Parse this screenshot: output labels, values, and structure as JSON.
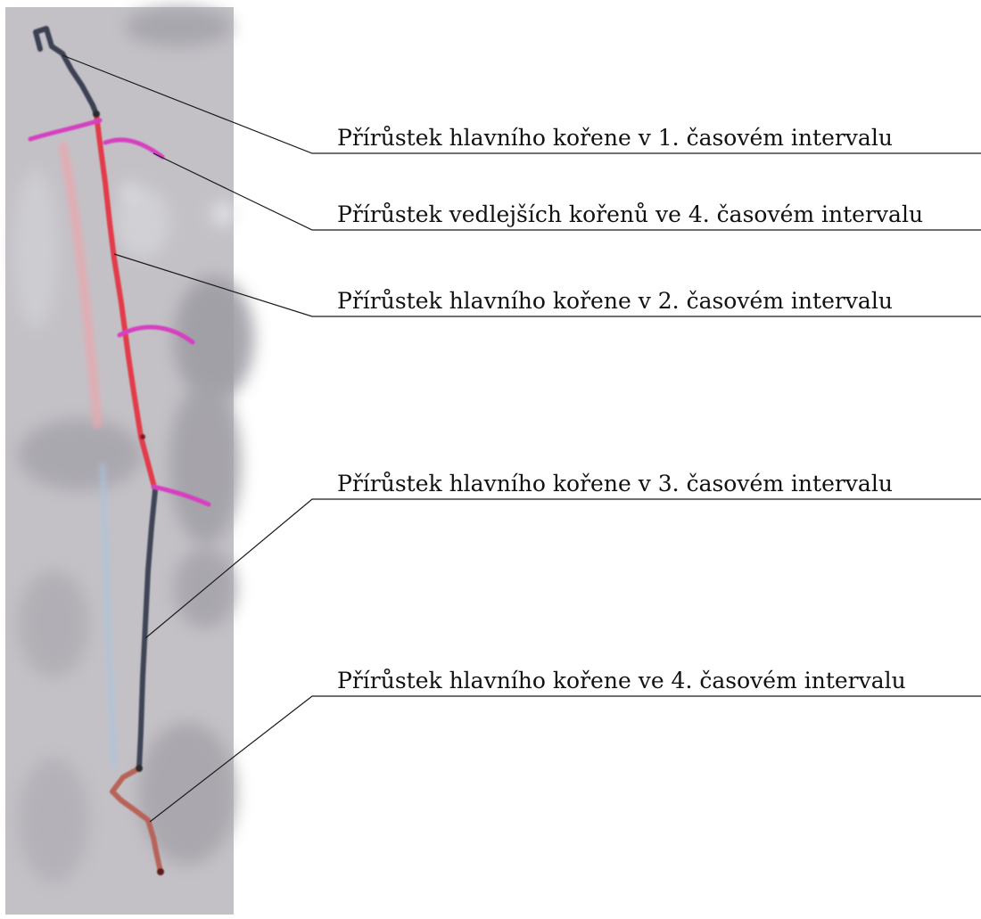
{
  "figure": {
    "labels": [
      "Přírůstek hlavního kořene v 1. časovém intervalu",
      "Přírůstek vedlejších kořenů ve 4. časovém intervalu",
      "Přírůstek hlavního kořene v 2. časovém intervalu",
      "Přírůstek hlavního kořene v 3. časovém intervalu",
      "Přírůstek hlavního kořene ve 4. časovém intervalu"
    ],
    "colors": {
      "interval_1": "#3a4152",
      "interval_2": "#e23a4a",
      "interval_3": "#3f4556",
      "interval_4": "#b8635a",
      "lateral_interval_4": "#d63fc0",
      "leader_line": "#1a1a1a",
      "photo_background": "#bebcc2"
    }
  }
}
